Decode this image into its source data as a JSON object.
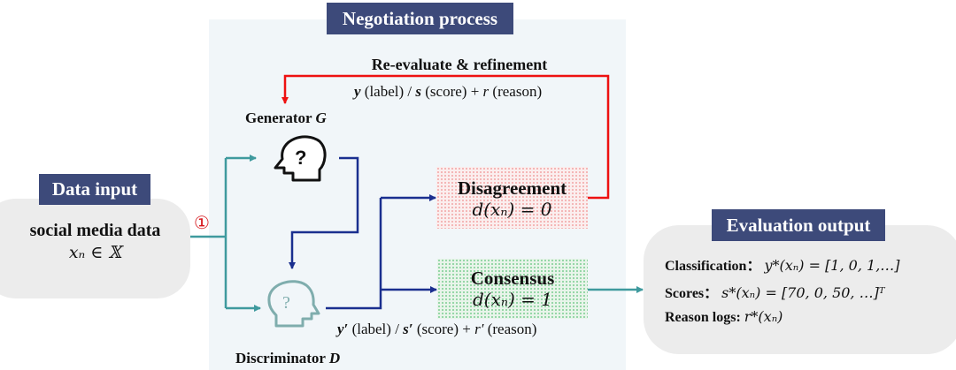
{
  "negotiation": {
    "header": "Negotiation process",
    "refine_title": "Re-evaluate & refinement",
    "refine_formula": {
      "y": "y",
      "y_note": " (label) / ",
      "s": "s",
      "s_note": " (score) + ",
      "r": "r",
      "r_note": " (reason)"
    },
    "generator": {
      "label": "Generator ",
      "symbol": "G",
      "icon": "head-question-icon"
    },
    "discriminator": {
      "label": "Discriminator ",
      "symbol": "D",
      "icon": "head-question-icon"
    },
    "disc_formula": {
      "y": "y′",
      "y_note": " (label) / ",
      "s": "s′",
      "s_note": " (score) + ",
      "r": "r′",
      "r_note": " (reason)"
    },
    "disagreement": {
      "title": "Disagreement",
      "formula": "d(xₙ) = 0"
    },
    "consensus": {
      "title": "Consensus",
      "formula": "d(xₙ) = 1"
    },
    "step_marker": "①"
  },
  "input": {
    "header": "Data input",
    "title": "social media data",
    "formula": "xₙ ∈ 𝕏"
  },
  "output": {
    "header": "Evaluation output",
    "rows": [
      {
        "label": "Classification：",
        "formula": "y*(xₙ) = [1, 0, 1,…]"
      },
      {
        "label": "Scores：",
        "formula": "s*(xₙ) = [70, 0, 50, …]ᵀ"
      },
      {
        "label": "Reason logs:",
        "formula": "r*(xₙ)"
      }
    ]
  },
  "colors": {
    "header_bg": "#3d4a7a",
    "feedback_red": "#ee1111",
    "flow_blue": "#1a2f8f",
    "flow_teal": "#3f9a9e",
    "panel_bg": "#f1f6f9",
    "box_grey": "#ececec"
  }
}
